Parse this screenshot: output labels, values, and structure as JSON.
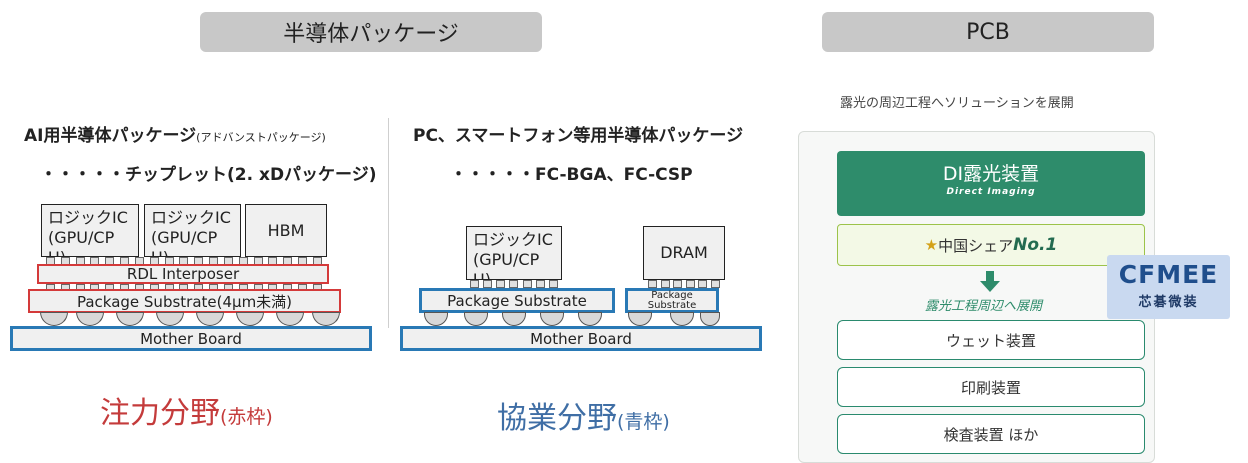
{
  "headers": {
    "package": "半導体パッケージ",
    "pcb": "PCB"
  },
  "left": {
    "title": "AI用半導体パッケージ",
    "title_note": "(アドバンストパッケージ)",
    "subtitle": "・・・・・チップレット(2. xDパッケージ)",
    "chips": {
      "logic1": "ロジックIC (GPU/CP U)",
      "logic2": "ロジックIC (GPU/CP U)",
      "hbm": "HBM"
    },
    "rdl": "RDL Interposer",
    "substrate": "Package Substrate(4μm未満)",
    "board": "Mother Board",
    "focus_label": "注力分野",
    "focus_note": "(赤枠)"
  },
  "right": {
    "title": "PC、スマートフォン等用半導体パッケージ",
    "subtitle": "・・・・・FC-BGA、FC-CSP",
    "chips": {
      "logic": "ロジックIC (GPU/CP U)",
      "dram": "DRAM"
    },
    "substrate": "Package Substrate",
    "substrate_small": "Package Substrate",
    "board": "Mother Board",
    "coop_label": "協業分野",
    "coop_note": "(青枠)"
  },
  "pcb": {
    "caption": "露光の周辺工程へソリューションを展開",
    "di_title": "DI露光装置",
    "di_sub": "Direct Imaging",
    "share_star": "★",
    "share_text": "中国シェア ",
    "share_rank": "No.1",
    "expand_text": "露光工程周辺へ展開",
    "items": [
      "ウェット装置",
      "印刷装置",
      "検査装置 ほか"
    ]
  },
  "watermark": {
    "brand": "CFMEE",
    "sub": "芯碁微装"
  },
  "colors": {
    "red": "#d43a3a",
    "blue": "#2979b5",
    "green": "#2a8a6e",
    "red_text": "#c43b3b",
    "blue_text": "#3f6ea5"
  }
}
